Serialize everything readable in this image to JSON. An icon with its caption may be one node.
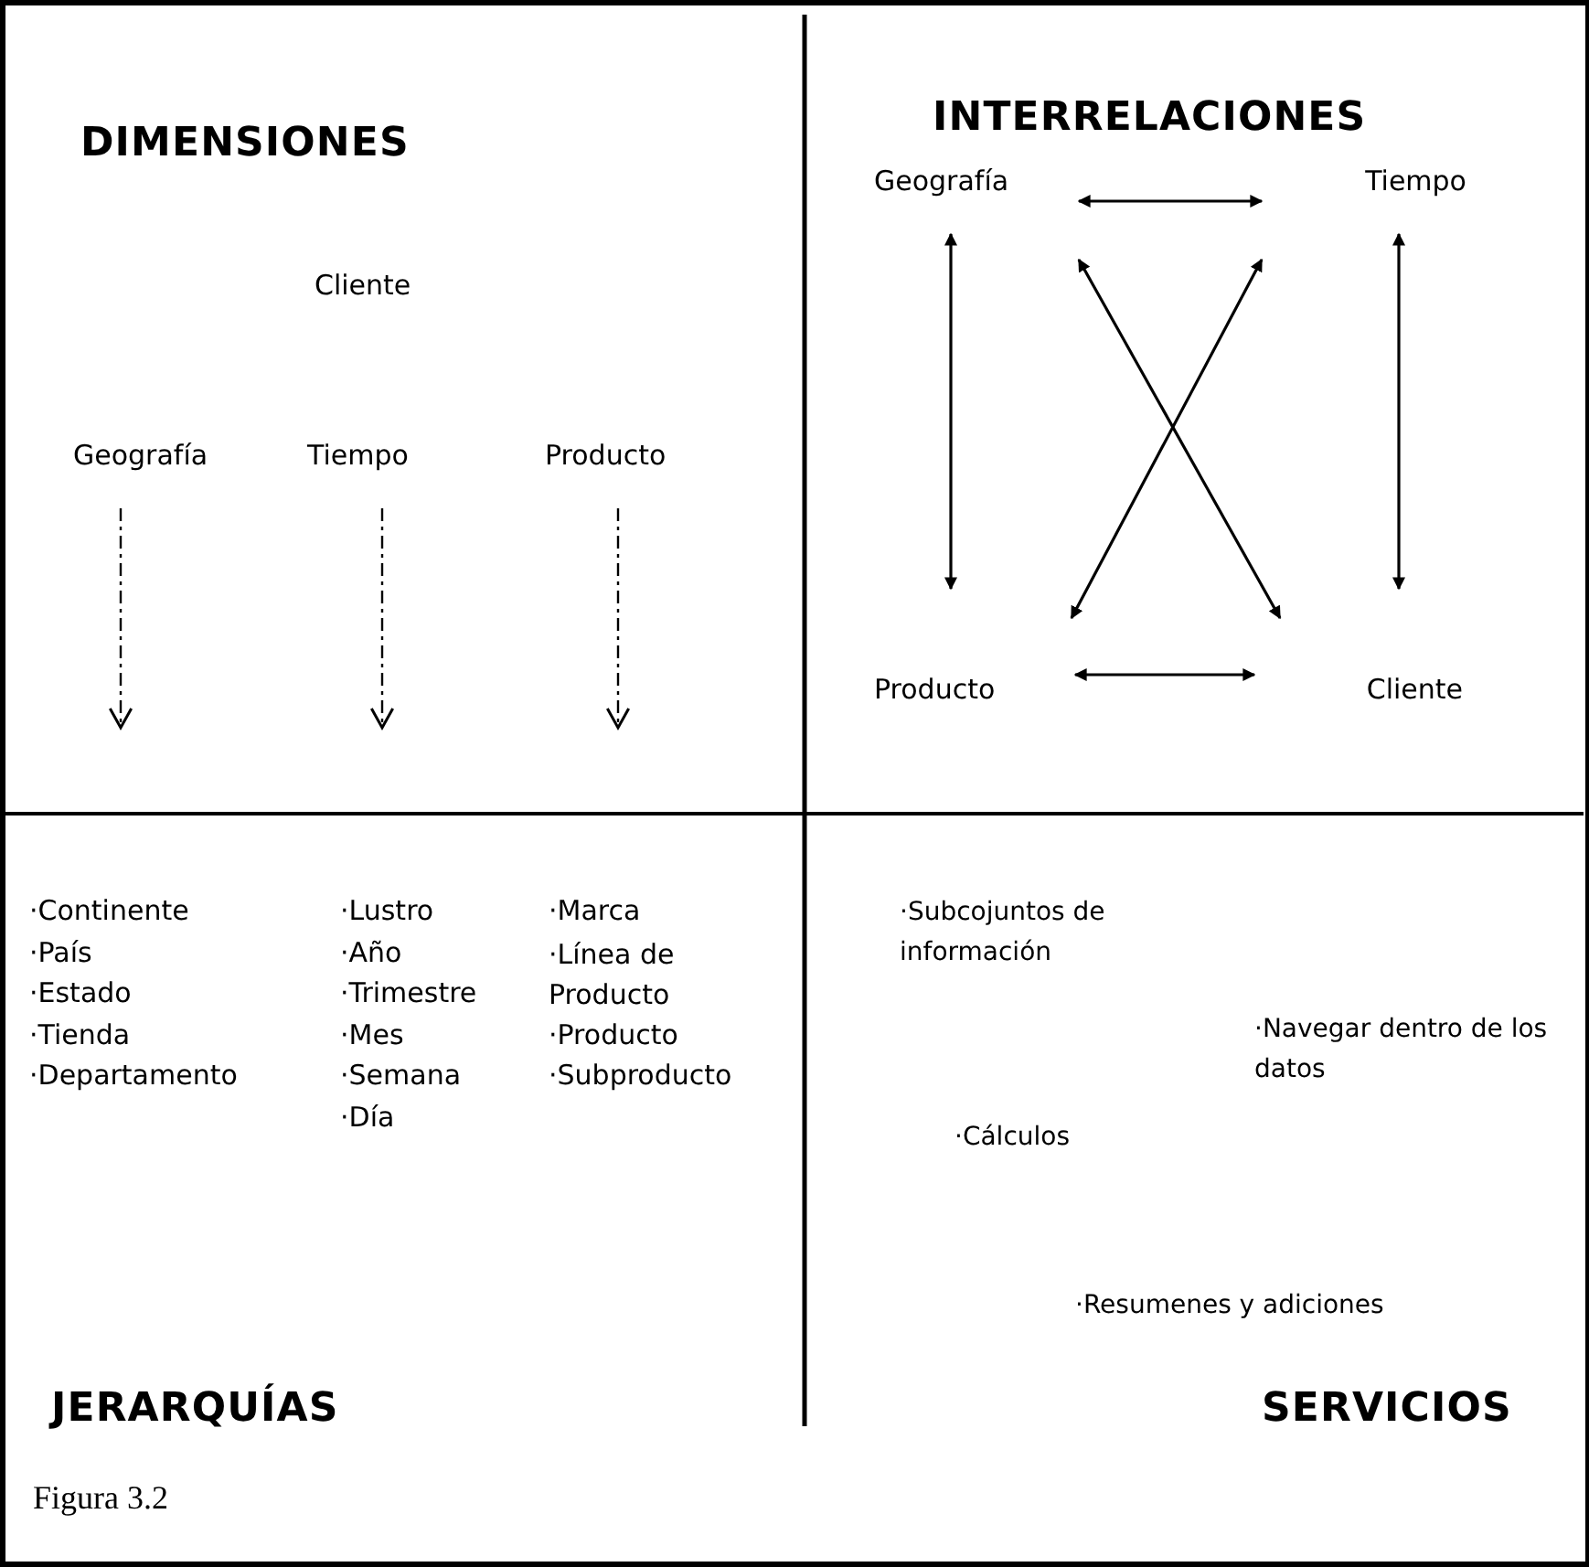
{
  "diagram": {
    "caption": "Figura 3.2",
    "nodes": [
      {
        "text": [
          "Geografía"
        ]
      },
      {
        "text": [
          "Tiempo"
        ]
      },
      {
        "text": [
          "Producto"
        ]
      },
      {
        "text": [
          "Geografía"
        ]
      },
      {
        "text": [
          "Tiempo"
        ]
      },
      {
        "text": [
          "Producto"
        ]
      },
      {
        "text": [
          "Cliente"
        ]
      }
    ],
    "edges": [
      {
        "from": 0,
        "to": null,
        "arrow": "to",
        "style": "dashed"
      },
      {
        "from": 1,
        "to": null,
        "arrow": "to",
        "style": "dashed"
      },
      {
        "from": 2,
        "to": null,
        "arrow": "to",
        "style": "dashed"
      },
      {
        "from": 3,
        "to": 4,
        "arrow": "both"
      },
      {
        "from": 3,
        "to": 5,
        "arrow": "both"
      },
      {
        "from": 4,
        "to": 6,
        "arrow": "both"
      },
      {
        "from": 5,
        "to": 6,
        "arrow": "both"
      },
      {
        "from": 3,
        "to": 6,
        "arrow": "both"
      },
      {
        "from": 4,
        "to": 5,
        "arrow": "both"
      }
    ],
    "labels": [
      "DIMENSIONES",
      "INTERRELACIONES",
      "Cliente",
      "·Continente",
      "·País",
      "·Estado",
      "·Tienda",
      "·Departamento",
      "·Lustro",
      "·Año",
      "·Trimestre",
      "·Mes",
      "·Semana",
      "·Día",
      "·Marca",
      "·Línea de Producto",
      "·Producto",
      "·Subproducto",
      "·Subcojuntos de información",
      "·Navegar dentro de los datos",
      "·Cálculos",
      "·Resumenes y adiciones",
      "JERARQUÍAS",
      "SERVICIOS"
    ]
  }
}
